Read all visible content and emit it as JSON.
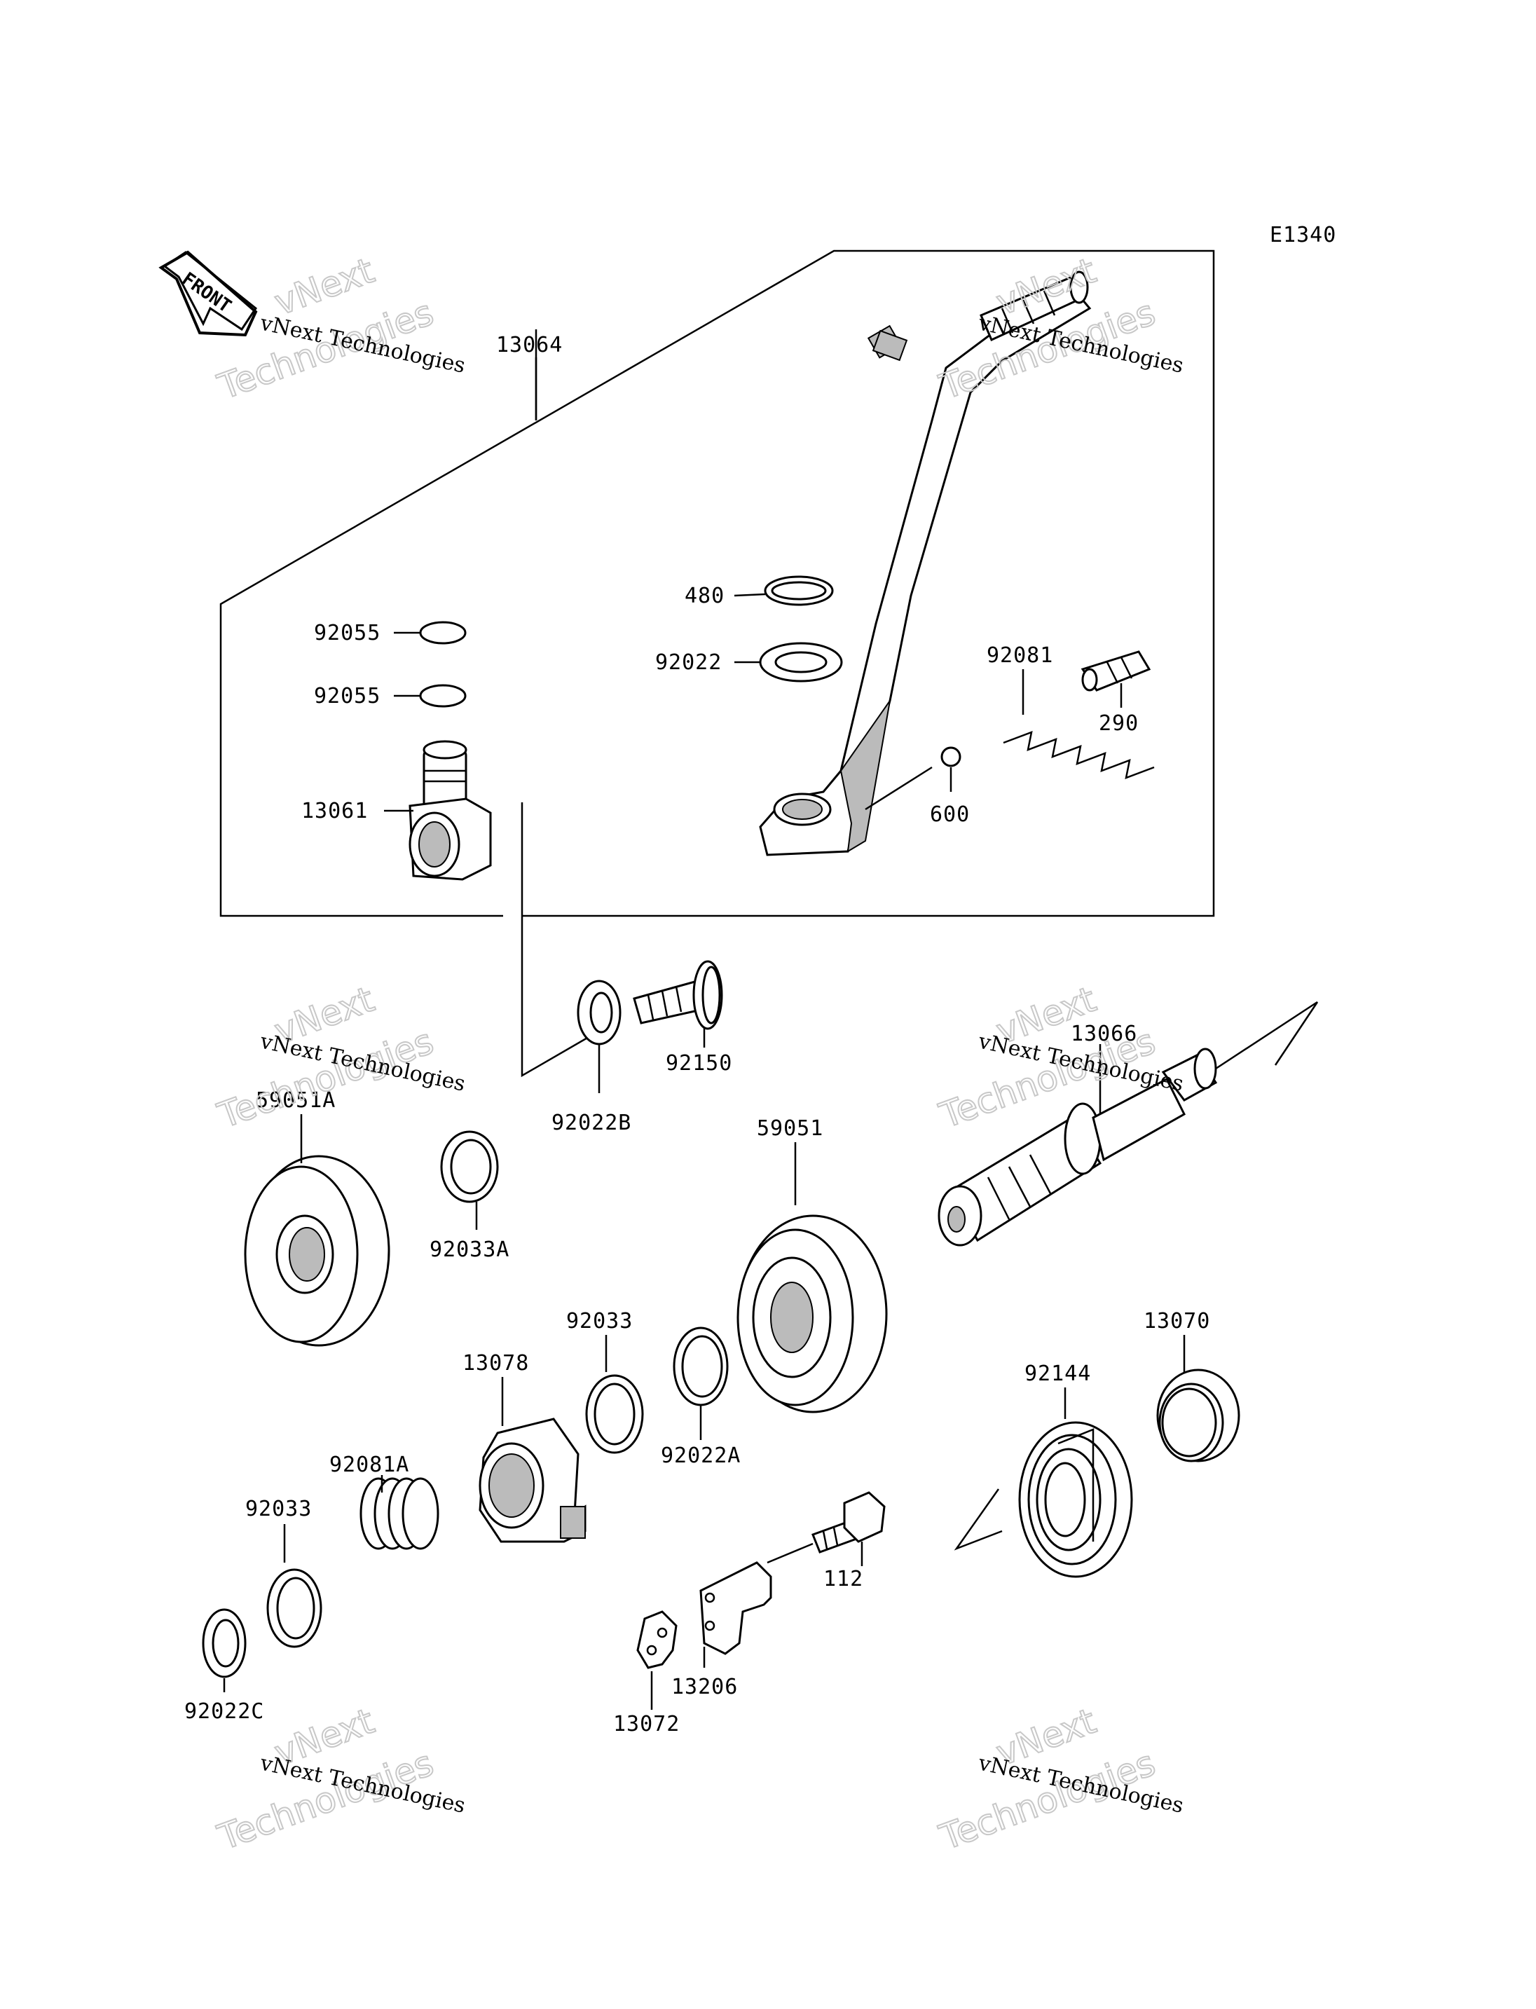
{
  "diagram_code": "E1340",
  "front_label": "FRONT",
  "watermark": {
    "top": "vNext",
    "bottom": "Technologies",
    "full": "vNext Technologies"
  },
  "parts": {
    "p13064": "13064",
    "p480": "480",
    "p92022": "92022",
    "p92055a": "92055",
    "p92055b": "92055",
    "p92081": "92081",
    "p290": "290",
    "p600": "600",
    "p13061": "13061",
    "p92150": "92150",
    "p92022B": "92022B",
    "p13066": "13066",
    "p59051A": "59051A",
    "p92033A": "92033A",
    "p59051": "59051",
    "p92033a": "92033",
    "p13078": "13078",
    "p92022A": "92022A",
    "p13070": "13070",
    "p92144": "92144",
    "p92081A": "92081A",
    "p92033b": "92033",
    "p112": "112",
    "p92022C": "92022C",
    "p13206": "13206",
    "p13072": "13072"
  }
}
